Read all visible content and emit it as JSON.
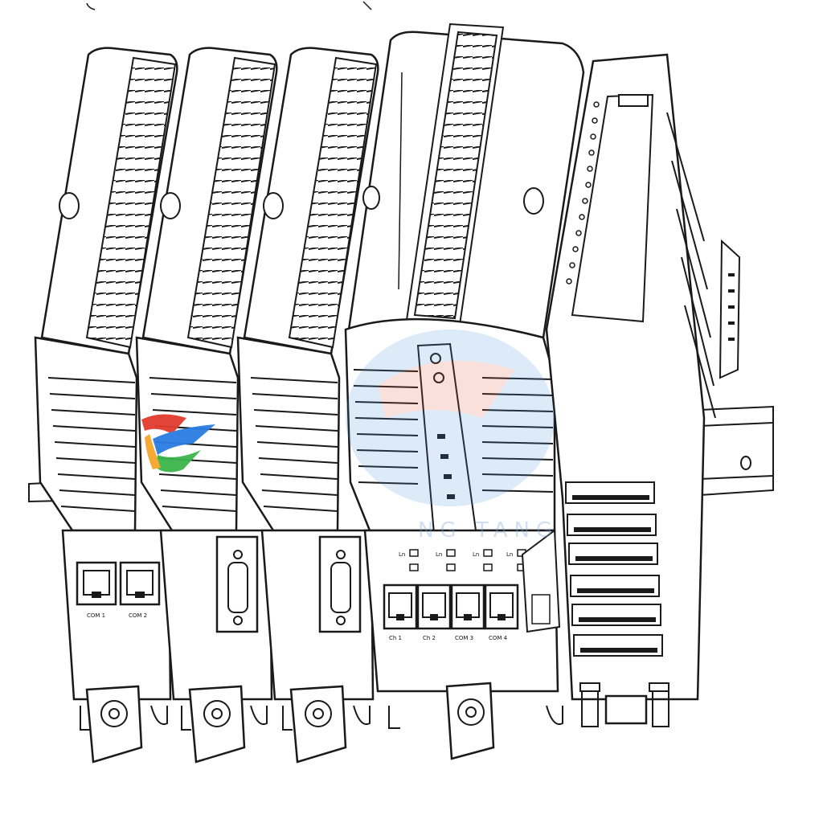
{
  "diagram": {
    "subject": "line drawing of DIN-rail mounted modular controller system",
    "colors": {
      "line": "#1a1a1a",
      "fill": "#ffffff",
      "shade": "#f2f2f2"
    },
    "modules": [
      {
        "id": "m1",
        "ports": [
          "COM 1",
          "COM 2"
        ],
        "port_type": "rj45"
      },
      {
        "id": "m2",
        "ports": [],
        "port_type": "dsub"
      },
      {
        "id": "m3",
        "ports": [],
        "port_type": "dsub"
      },
      {
        "id": "cpu",
        "ports": [
          "Ch 1",
          "Ch 2",
          "COM 3",
          "COM 4"
        ],
        "port_type": "rj45",
        "status_leds": [
          "Ln",
          "Ln",
          "Ln",
          "Ln"
        ]
      },
      {
        "id": "io",
        "ports": [],
        "port_type": "terminal-block"
      }
    ],
    "watermark": {
      "text": "NG TANG"
    }
  }
}
